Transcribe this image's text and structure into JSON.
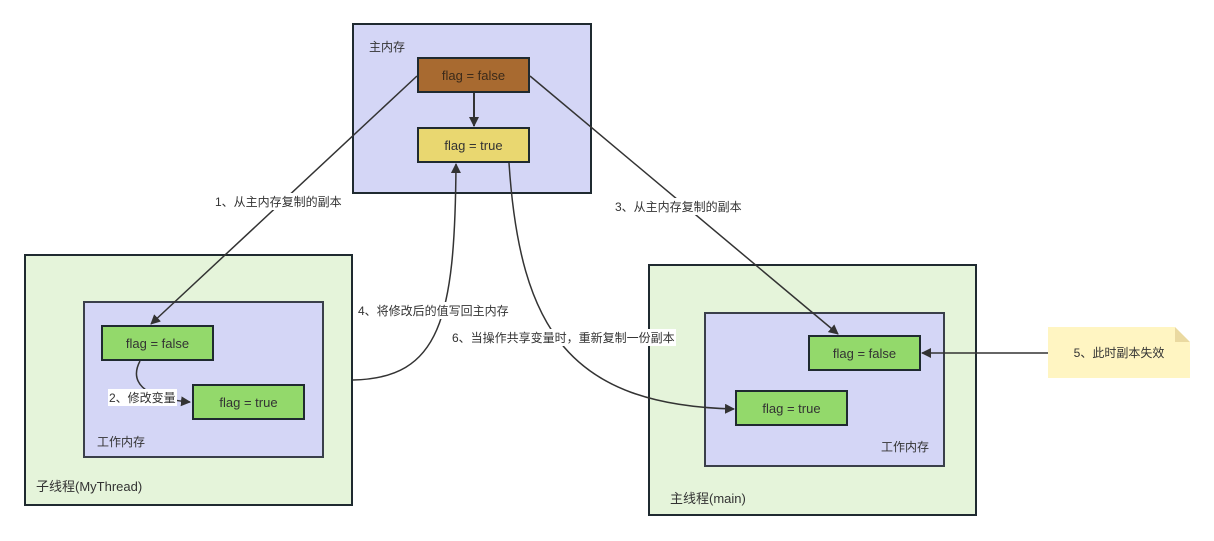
{
  "main_memory": {
    "title": "主内存",
    "var_original": "flag = false",
    "var_updated": "flag = true"
  },
  "child_thread": {
    "title": "子线程(MyThread)",
    "working_memory_title": "工作内存",
    "var_copy": "flag = false",
    "var_modified": "flag = true"
  },
  "main_thread": {
    "title": "主线程(main)",
    "working_memory_title": "工作内存",
    "var_stale": "flag = false",
    "var_refreshed": "flag = true"
  },
  "note": {
    "text": "5、此时副本失效"
  },
  "edges": [
    {
      "id": 1,
      "label": "1、从主内存复制的副本"
    },
    {
      "id": 2,
      "label": "2、修改变量"
    },
    {
      "id": 3,
      "label": "3、从主内存复制的副本"
    },
    {
      "id": 4,
      "label": "4、将修改后的值写回主内存"
    },
    {
      "id": 6,
      "label": "6、当操作共享变量时，重新复制一份副本"
    }
  ],
  "colors": {
    "thread_bg": "#e5f4da",
    "memory_bg": "#d4d6f6",
    "var_green": "#93d96b",
    "var_brown": "#a86a30",
    "var_yellow": "#e9d770",
    "note_bg": "#fff5c2",
    "stroke": "#333333"
  }
}
